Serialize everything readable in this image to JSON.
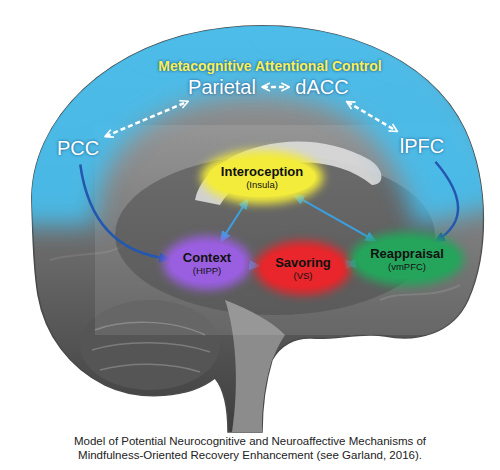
{
  "diagram": {
    "caption": "Model of Potential Neurocognitive and Neuroaffective Mechanisms of Mindfulness-Oriented Recovery Enhancement (see Garland, 2016).",
    "nodes": [
      {
        "text": [
          "Parietal"
        ]
      },
      {
        "text": [
          "dACC"
        ]
      },
      {
        "text": [
          "PCC"
        ]
      },
      {
        "text": [
          "lPFC"
        ]
      },
      {
        "text": [
          "Interoception",
          "(Insula)"
        ]
      },
      {
        "text": [
          "Context",
          "(HIPP)"
        ]
      },
      {
        "text": [
          "Savoring",
          "(VS)"
        ]
      },
      {
        "text": [
          "Reappraisal",
          "(vmPFC)"
        ]
      }
    ],
    "edges": [
      {
        "from": 2,
        "to": 0,
        "arrow": "both"
      },
      {
        "from": 0,
        "to": 1,
        "arrow": "both"
      },
      {
        "from": 1,
        "to": 3,
        "arrow": "both"
      },
      {
        "from": 2,
        "to": 5,
        "arrow": "to"
      },
      {
        "from": 3,
        "to": 7,
        "arrow": "to"
      },
      {
        "from": 4,
        "to": 5,
        "arrow": "both"
      },
      {
        "from": 4,
        "to": 7,
        "arrow": "both"
      },
      {
        "from": 5,
        "to": 6,
        "arrow": "to"
      },
      {
        "from": 6,
        "to": 7,
        "arrow": "both"
      }
    ],
    "labels": [
      "Metacognitive Attentional Control"
    ]
  }
}
